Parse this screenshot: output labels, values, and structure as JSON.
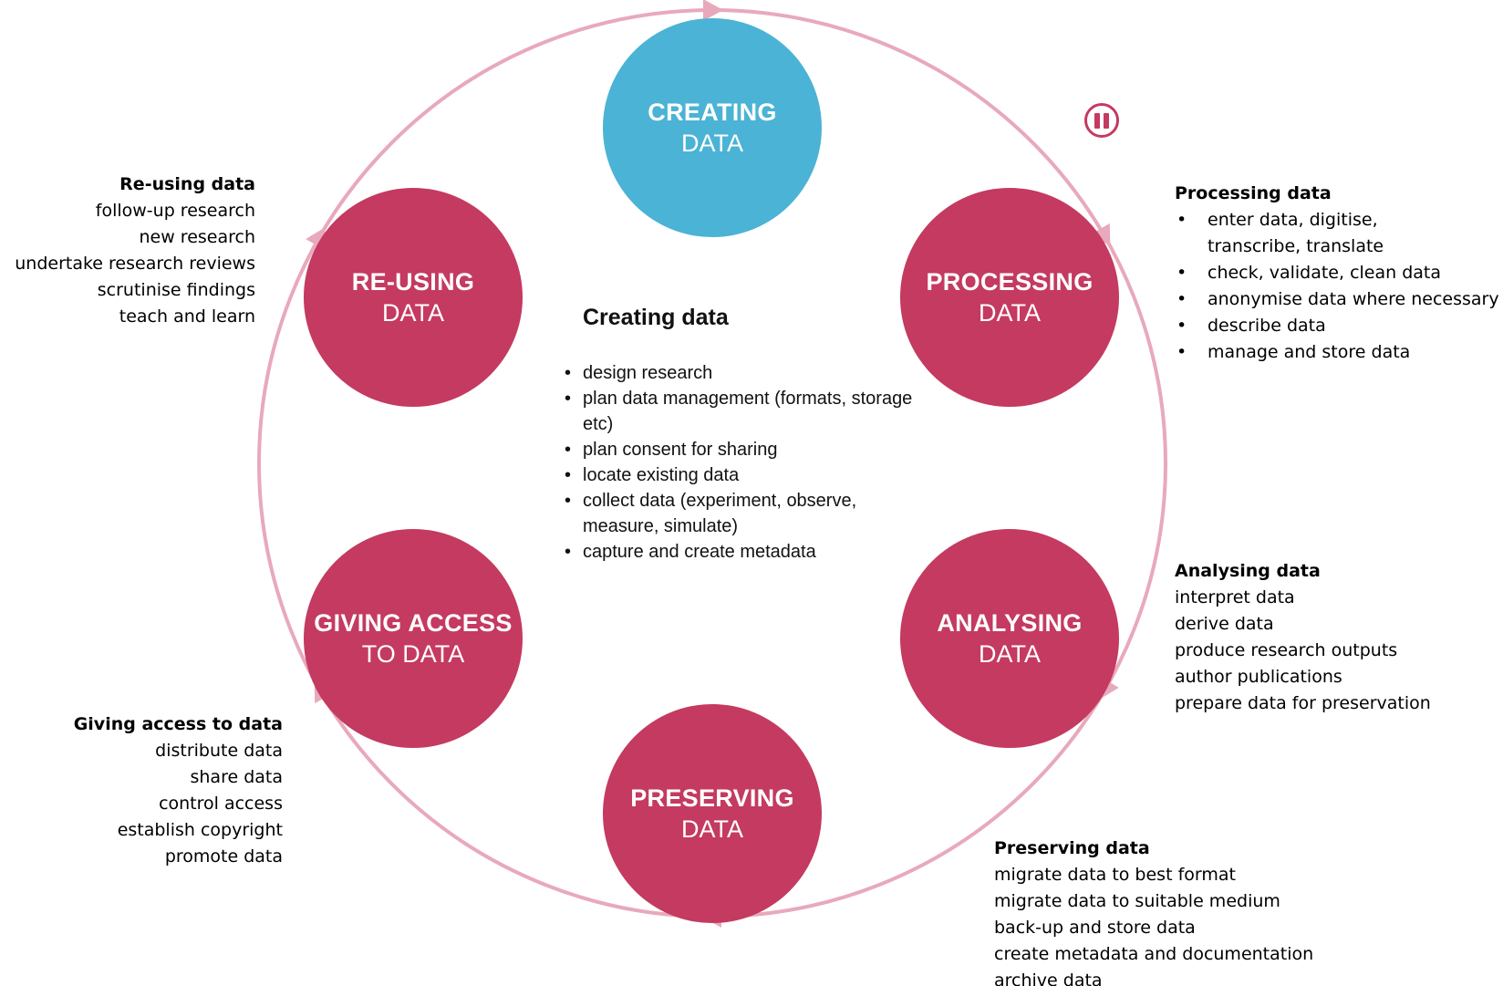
{
  "colors": {
    "ring": "#e8a9bc",
    "stage": "#c43a60",
    "highlight": "#4bb3d5",
    "pause": "#c43a60"
  },
  "stages": {
    "creating": {
      "line1": "CREATING",
      "line2": "DATA"
    },
    "processing": {
      "line1": "PROCESSING",
      "line2": "DATA"
    },
    "analysing": {
      "line1": "ANALYSING",
      "line2": "DATA"
    },
    "preserving": {
      "line1": "PRESERVING",
      "line2": "DATA"
    },
    "giving": {
      "line1": "GIVING ACCESS",
      "line2": "TO DATA"
    },
    "reusing": {
      "line1": "RE-USING",
      "line2": "DATA"
    }
  },
  "center": {
    "title": "Creating data",
    "items": [
      "design research",
      "plan data management (formats, storage etc)",
      "plan consent for sharing",
      "locate existing data",
      "collect data (experiment, observe, measure, simulate)",
      "capture and create metadata"
    ]
  },
  "panels": {
    "reusing": {
      "title": "Re-using data",
      "items": [
        "follow-up research",
        "new research",
        "undertake research reviews",
        "scrutinise findings",
        "teach and learn"
      ]
    },
    "processing": {
      "title": "Processing data",
      "items": [
        "enter data, digitise, transcribe, translate",
        "check, validate, clean data",
        "anonymise data where necessary",
        "describe data",
        "manage and store data"
      ]
    },
    "analysing": {
      "title": "Analysing data",
      "items": [
        "interpret data",
        "derive data",
        "produce research outputs",
        "author publications",
        "prepare data for preservation"
      ]
    },
    "giving": {
      "title": "Giving access to data",
      "items": [
        "distribute data",
        "share data",
        "control access",
        "establish copyright",
        "promote data"
      ]
    },
    "preserving": {
      "title": "Preserving data",
      "items": [
        "migrate data to best format",
        "migrate data to suitable medium",
        "back-up and store data",
        "create metadata and documentation",
        "archive data"
      ]
    }
  },
  "controls": {
    "pause_icon": "pause-icon"
  }
}
